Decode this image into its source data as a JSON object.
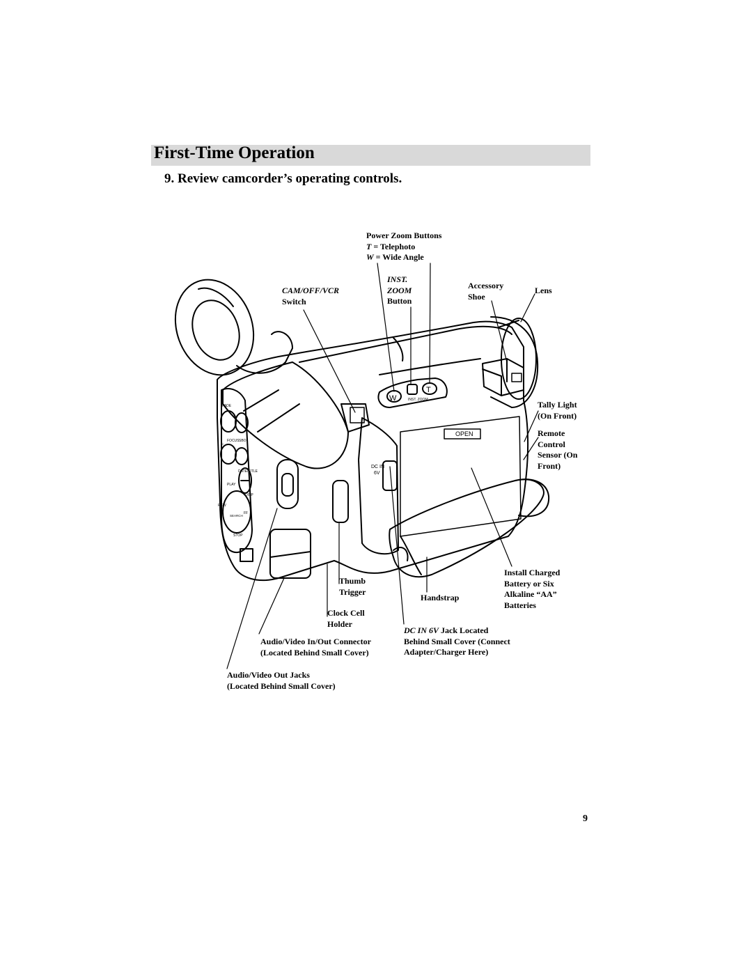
{
  "header": {
    "section_title": "First-Time Operation",
    "step_heading": "9.  Review camcorder’s operating controls."
  },
  "labels": {
    "power_zoom": {
      "title": "Power Zoom Buttons",
      "t_key": "T",
      "t_desc": " = Telephoto",
      "w_key": "W",
      "w_desc": " = Wide Angle"
    },
    "inst_zoom": {
      "line1": "INST.",
      "line2": "ZOOM",
      "line3": "Button"
    },
    "cam_switch": {
      "line1": "CAM/OFF/VCR",
      "line2": "Switch"
    },
    "accessory_shoe": {
      "line1": "Accessory",
      "line2": "Shoe"
    },
    "lens": "Lens",
    "tally_light": {
      "line1": "Tally Light",
      "line2": "(On Front)"
    },
    "remote_sensor": {
      "line1": "Remote",
      "line2": "Control",
      "line3": "Sensor (On",
      "line4": "Front)"
    },
    "install_battery": {
      "line1": "Install Charged",
      "line2": "Battery or Six",
      "line3": "Alkaline  “AA”",
      "line4": "Batteries"
    },
    "handstrap": "Handstrap",
    "thumb_trigger": {
      "line1": "Thumb",
      "line2": "Trigger"
    },
    "clock_cell": {
      "line1": "Clock Cell",
      "line2": "Holder"
    },
    "dc_in": {
      "key": "DC IN 6V",
      "line1_rest": " Jack Located",
      "line2": "Behind Small Cover (Connect",
      "line3": "Adapter/Charger Here)"
    },
    "av_connector": {
      "line1": "Audio/Video In/Out Connector",
      "line2": "(Located Behind Small Cover)"
    },
    "av_jacks": {
      "line1": "Audio/Video Out Jacks",
      "line2": "(Located Behind Small Cover)"
    }
  },
  "device_markings": {
    "zoom_w": "W",
    "zoom_t": "T",
    "inst_zoom": "INST. ZOOM",
    "open": "OPEN",
    "dc_in": "DC IN",
    "dc_6v": "6V",
    "fade": "FADE",
    "focus": "FOCUS",
    "f": "F",
    "sbo": "SBO",
    "date_title": "DATE/TITLE",
    "play": "PLAY",
    "disp": "DISP",
    "rew": "REW",
    "fwd": "FF",
    "search": "SEARCH",
    "stop": "STOP"
  },
  "page_number": "9"
}
